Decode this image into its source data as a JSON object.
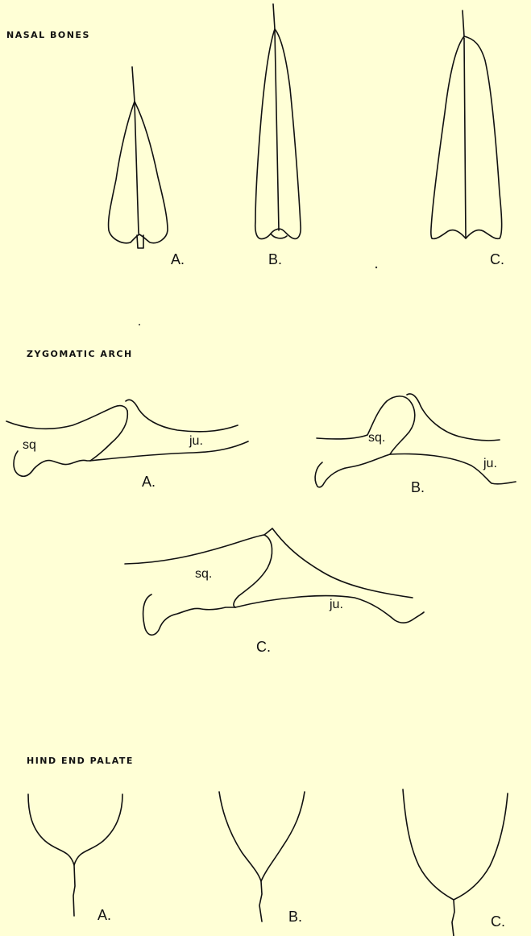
{
  "sections": {
    "nasal": {
      "heading": "NASAL BONES",
      "labels": [
        "A.",
        "B.",
        "C."
      ]
    },
    "zygomatic": {
      "heading": "ZYGOMATIC ARCH",
      "labels": [
        "A.",
        "B.",
        "C."
      ],
      "terms": {
        "a_sq": "sq",
        "a_ju": "ju.",
        "b_sq": "sq.",
        "b_ju": "ju.",
        "c_sq": "sq.",
        "c_ju": "ju."
      }
    },
    "palate": {
      "heading": "HIND END PALATE",
      "labels": [
        "A.",
        "B.",
        "C."
      ]
    }
  }
}
